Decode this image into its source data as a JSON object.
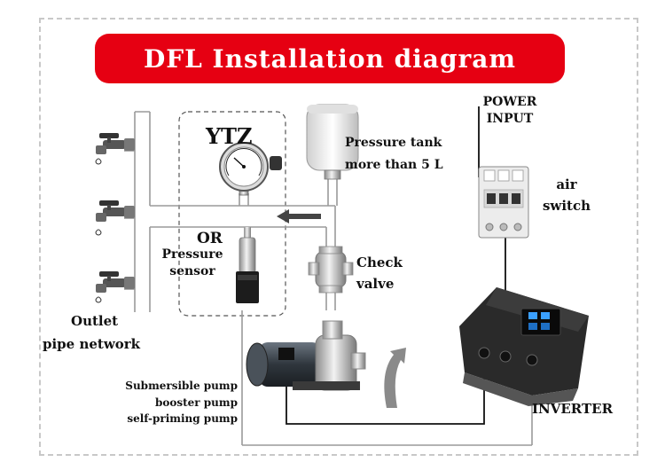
{
  "title": "DFL Installation diagram",
  "labels": {
    "ytz": "YTZ",
    "or": "OR",
    "pressure_sensor_1": "Pressure",
    "pressure_sensor_2": "sensor",
    "pressure_tank_1": "Pressure tank",
    "pressure_tank_2": "more than 5 L",
    "power_input_1": "POWER",
    "power_input_2": "INPUT",
    "air_switch_1": "air",
    "air_switch_2": "switch",
    "check_valve_1": "Check",
    "check_valve_2": "valve",
    "outlet_1": "Outlet",
    "outlet_2": "pipe network",
    "pump_1": "Submersible pump",
    "pump_2": "booster pump",
    "pump_3": "self-priming pump",
    "inverter": "INVERTER"
  },
  "colors": {
    "banner": "#e60012",
    "pipe": "#9a9a9a",
    "cable": "#111111",
    "arrow": "#444444"
  },
  "icons": [
    "faucet-icon",
    "pressure-gauge-icon",
    "pressure-sensor-icon",
    "pressure-tank-icon",
    "air-switch-icon",
    "check-valve-icon",
    "pump-icon",
    "inverter-icon",
    "flow-arrow-icon",
    "curved-arrow-icon"
  ]
}
